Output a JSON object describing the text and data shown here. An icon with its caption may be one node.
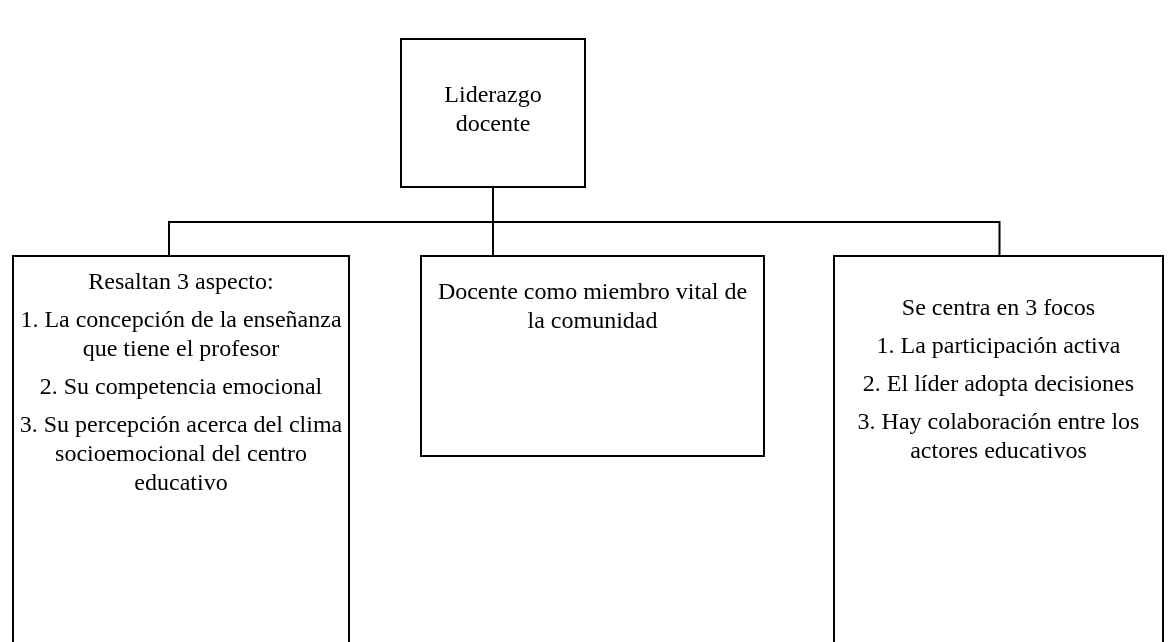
{
  "diagram": {
    "nodes": [
      {
        "text": [
          "Liderazgo docente"
        ]
      },
      {
        "text": [
          "Resaltan 3 aspecto:",
          "1. La concepción de la enseñanza que tiene el profesor",
          "2. Su competencia emocional",
          "3. Su percepción acerca del clima socioemocional del centro educativo"
        ]
      },
      {
        "text": [
          "Docente como miembro vital de la comunidad"
        ]
      },
      {
        "text": [
          "Se centra en 3 focos",
          "1. La participación activa",
          "2. El líder adopta decisiones",
          "3. Hay colaboración entre los actores educativos"
        ]
      }
    ],
    "edges": [
      {
        "from": 0,
        "to": 1,
        "arrow": "none"
      },
      {
        "from": 0,
        "to": 2,
        "arrow": "none"
      },
      {
        "from": 0,
        "to": 3,
        "arrow": "none"
      }
    ]
  }
}
